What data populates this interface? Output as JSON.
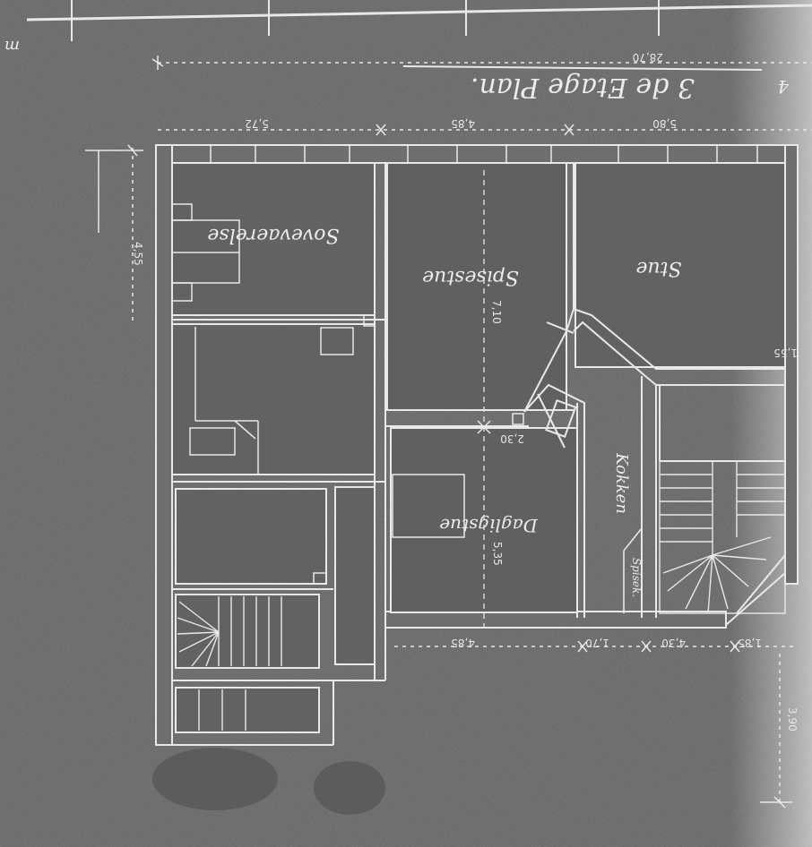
{
  "sheet": {
    "title": "3 de Etage Plan.",
    "overall_dimension": "28,70",
    "corner_mark": "m",
    "top_left_number": "4"
  },
  "rooms": {
    "bedroom": "Sovevaerelse",
    "dining": "Spisestue",
    "parlor": "Stue",
    "drawing": "Dagligstue",
    "kitchen": "Kokken",
    "pantry": "Spisek."
  },
  "dimensions": {
    "top_left": "5,72",
    "top_mid": "4,85",
    "top_right": "5,80",
    "left_vertical": "4,55",
    "center_upper": "7,10",
    "center_lower": "5,35",
    "bottom_mid": "4,85",
    "bottom_a": "1,70",
    "bottom_b": "4,30",
    "bottom_c": "1,85",
    "right_vertical": "3,90",
    "right_small": "1,55",
    "center_small": "2,30"
  },
  "colors": {
    "paper": "#5f5f5f",
    "ink": "#e8e8e8",
    "wall": "#7a7a7a"
  }
}
